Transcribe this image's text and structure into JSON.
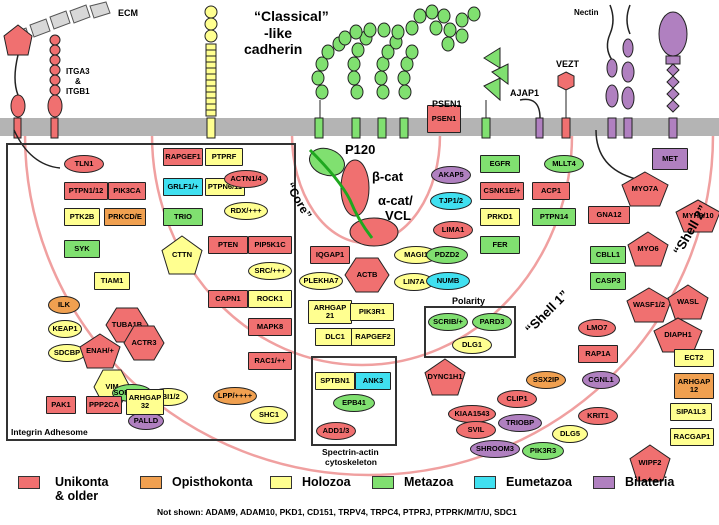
{
  "labels": {
    "ecm": "ECM",
    "itga": "ITGA3",
    "amp": "&",
    "itgb": "ITGB1",
    "classical": "“Classical”",
    "like": "-like",
    "cadherin": "cadherin",
    "nectin": "Nectin",
    "vezt": "VEZT",
    "ajap1": "AJAP1",
    "psen1": "PSEN1",
    "p120": "P120",
    "core": "“Core”",
    "bcat": "β-cat",
    "acat": "α-cat/",
    "vcl": "VCL",
    "shell1": "“Shell 1”",
    "shell2": "“Shell 2”",
    "integrin_adhesome": "Integrin Adhesome",
    "polarity": "Polarity",
    "spectrin1": "Spectrin-actin",
    "spectrin2": "cytoskeleton",
    "not_shown": "Not shown: ADAM9, ADAM10, PKD1, CD151, TRPV4, TRPC4, PTPRJ, PTPRK/M/T/U, SDC1"
  },
  "colors": {
    "unikonta": "#f07070",
    "opisthokonta": "#f0a050",
    "holozoa": "#ffff90",
    "metazoa": "#80e070",
    "eumetazoa": "#40e0f0",
    "bilateria": "#b080c0",
    "shell_line": "#f0a0a0",
    "membrane": "#b4b4b4"
  },
  "legend": [
    {
      "label": "Unikonta",
      "label2": "& older",
      "color": "#f07070"
    },
    {
      "label": "Opisthokonta",
      "color": "#f0a050"
    },
    {
      "label": "Holozoa",
      "color": "#ffff90"
    },
    {
      "label": "Metazoa",
      "color": "#80e070"
    },
    {
      "label": "Eumetazoa",
      "color": "#40e0f0"
    },
    {
      "label": "Bilateria",
      "color": "#b080c0"
    }
  ],
  "proteins": [
    {
      "label": "TLN1",
      "shape": "ellipse",
      "group": "unikonta"
    },
    {
      "label": "PTPN1/12",
      "shape": "rect",
      "group": "unikonta"
    },
    {
      "label": "PIK3CA",
      "shape": "rect",
      "group": "unikonta"
    },
    {
      "label": "PTK2B",
      "shape": "rect",
      "group": "holozoa"
    },
    {
      "label": "PRKCD/E",
      "shape": "rect",
      "group": "opisthokonta"
    },
    {
      "label": "SYK",
      "shape": "rect",
      "group": "metazoa"
    },
    {
      "label": "TIAM1",
      "shape": "rect",
      "group": "holozoa"
    },
    {
      "label": "ILK",
      "shape": "ellipse",
      "group": "opisthokonta"
    },
    {
      "label": "KEAP1",
      "shape": "ellipse",
      "group": "holozoa"
    },
    {
      "label": "SDCBP",
      "shape": "ellipse",
      "group": "holozoa"
    },
    {
      "label": "TUBA1B",
      "shape": "hexagon",
      "group": "unikonta"
    },
    {
      "label": "ENAH/+",
      "shape": "pentagon",
      "group": "unikonta"
    },
    {
      "label": "ACTR3",
      "shape": "hexagon",
      "group": "unikonta"
    },
    {
      "label": "VIM",
      "shape": "hexagon",
      "group": "holozoa"
    },
    {
      "label": "SORBS1/3",
      "shape": "ellipse",
      "group": "metazoa"
    },
    {
      "label": "ABI1/2",
      "shape": "ellipse",
      "group": "holozoa"
    },
    {
      "label": "PALLD",
      "shape": "ellipse",
      "group": "bilateria"
    },
    {
      "label": "PAK1",
      "shape": "rect",
      "group": "unikonta"
    },
    {
      "label": "PPP2CA",
      "shape": "rect",
      "group": "unikonta"
    },
    {
      "label": "ARHGAP 32",
      "shape": "rect",
      "group": "holozoa"
    },
    {
      "label": "RAPGEF1",
      "shape": "rect",
      "group": "unikonta"
    },
    {
      "label": "PTPRF",
      "shape": "rect",
      "group": "holozoa"
    },
    {
      "label": "GRLF1/+",
      "shape": "rect",
      "group": "eumetazoa"
    },
    {
      "label": "PTPN6/11",
      "shape": "rect",
      "group": "holozoa"
    },
    {
      "label": "TRIO",
      "shape": "rect",
      "group": "metazoa"
    },
    {
      "label": "CTTN",
      "shape": "pentagon",
      "group": "holozoa"
    },
    {
      "label": "ACTN1/4",
      "shape": "ellipse",
      "group": "unikonta"
    },
    {
      "label": "RDX/+++",
      "shape": "ellipse",
      "group": "holozoa"
    },
    {
      "label": "PTEN",
      "shape": "rect",
      "group": "unikonta"
    },
    {
      "label": "PIP5K1C",
      "shape": "rect",
      "group": "unikonta"
    },
    {
      "label": "SRC/+++",
      "shape": "ellipse",
      "group": "holozoa"
    },
    {
      "label": "CAPN1",
      "shape": "rect",
      "group": "unikonta"
    },
    {
      "label": "ROCK1",
      "shape": "rect",
      "group": "holozoa"
    },
    {
      "label": "MAPK8",
      "shape": "rect",
      "group": "unikonta"
    },
    {
      "label": "RAC1/++",
      "shape": "rect",
      "group": "unikonta"
    },
    {
      "label": "LPP/++++",
      "shape": "ellipse",
      "group": "opisthokonta"
    },
    {
      "label": "SHC1",
      "shape": "ellipse",
      "group": "holozoa"
    },
    {
      "label": "IQGAP1",
      "shape": "rect",
      "group": "unikonta"
    },
    {
      "label": "PLEKHA7",
      "shape": "ellipse",
      "group": "holozoa"
    },
    {
      "label": "ACTB",
      "shape": "hexagon",
      "group": "unikonta"
    },
    {
      "label": "ARHGAP 21",
      "shape": "rect",
      "group": "holozoa"
    },
    {
      "label": "PIK3R1",
      "shape": "rect",
      "group": "holozoa"
    },
    {
      "label": "DLC1",
      "shape": "rect",
      "group": "holozoa"
    },
    {
      "label": "RAPGEF2",
      "shape": "rect",
      "group": "holozoa"
    },
    {
      "label": "MAGI1",
      "shape": "ellipse",
      "group": "holozoa"
    },
    {
      "label": "LIN7A",
      "shape": "ellipse",
      "group": "holozoa"
    },
    {
      "label": "AKAP5",
      "shape": "ellipse",
      "group": "bilateria"
    },
    {
      "label": "TJP1/2",
      "shape": "ellipse",
      "group": "eumetazoa"
    },
    {
      "label": "LIMA1",
      "shape": "ellipse",
      "group": "unikonta"
    },
    {
      "label": "PDZD2",
      "shape": "ellipse",
      "group": "metazoa"
    },
    {
      "label": "NUMB",
      "shape": "ellipse",
      "group": "eumetazoa"
    },
    {
      "label": "SCRIB/+",
      "shape": "ellipse",
      "group": "metazoa"
    },
    {
      "label": "PARD3",
      "shape": "ellipse",
      "group": "metazoa"
    },
    {
      "label": "DLG1",
      "shape": "ellipse",
      "group": "holozoa"
    },
    {
      "label": "SPTBN1",
      "shape": "rect",
      "group": "holozoa"
    },
    {
      "label": "ANK3",
      "shape": "rect",
      "group": "eumetazoa"
    },
    {
      "label": "EPB41",
      "shape": "ellipse",
      "group": "metazoa"
    },
    {
      "label": "ADD1/3",
      "shape": "ellipse",
      "group": "unikonta"
    },
    {
      "label": "EGFR",
      "shape": "rect",
      "group": "metazoa"
    },
    {
      "label": "CSNK1E/+",
      "shape": "rect",
      "group": "unikonta"
    },
    {
      "label": "PRKD1",
      "shape": "rect",
      "group": "holozoa"
    },
    {
      "label": "FER",
      "shape": "rect",
      "group": "metazoa"
    },
    {
      "label": "ACP1",
      "shape": "rect",
      "group": "unikonta"
    },
    {
      "label": "PTPN14",
      "shape": "rect",
      "group": "metazoa"
    },
    {
      "label": "MLLT4",
      "shape": "ellipse",
      "group": "metazoa"
    },
    {
      "label": "GNA12",
      "shape": "rect",
      "group": "unikonta"
    },
    {
      "label": "CBLL1",
      "shape": "rect",
      "group": "metazoa"
    },
    {
      "label": "CASP3",
      "shape": "rect",
      "group": "metazoa"
    },
    {
      "label": "MET",
      "shape": "rect",
      "group": "bilateria"
    },
    {
      "label": "MYO7A",
      "shape": "pentagon",
      "group": "unikonta"
    },
    {
      "label": "MYH9/10",
      "shape": "pentagon",
      "group": "unikonta"
    },
    {
      "label": "MYO6",
      "shape": "pentagon",
      "group": "unikonta"
    },
    {
      "label": "WASF1/2",
      "shape": "pentagon",
      "group": "unikonta"
    },
    {
      "label": "WASL",
      "shape": "pentagon",
      "group": "unikonta"
    },
    {
      "label": "DIAPH1",
      "shape": "pentagon",
      "group": "unikonta"
    },
    {
      "label": "LMO7",
      "shape": "ellipse",
      "group": "unikonta"
    },
    {
      "label": "SSX2IP",
      "shape": "ellipse",
      "group": "opisthokonta"
    },
    {
      "label": "RAP1A",
      "shape": "rect",
      "group": "unikonta"
    },
    {
      "label": "CGNL1",
      "shape": "ellipse",
      "group": "bilateria"
    },
    {
      "label": "DYNC1H1",
      "shape": "pentagon",
      "group": "unikonta"
    },
    {
      "label": "CLIP1",
      "shape": "ellipse",
      "group": "unikonta"
    },
    {
      "label": "KIAA1543",
      "shape": "ellipse",
      "group": "unikonta"
    },
    {
      "label": "TRIOBP",
      "shape": "ellipse",
      "group": "bilateria"
    },
    {
      "label": "SVIL",
      "shape": "ellipse",
      "group": "unikonta"
    },
    {
      "label": "SHROOM3",
      "shape": "ellipse",
      "group": "bilateria"
    },
    {
      "label": "KRIT1",
      "shape": "ellipse",
      "group": "unikonta"
    },
    {
      "label": "DLG5",
      "shape": "ellipse",
      "group": "holozoa"
    },
    {
      "label": "PIK3R3",
      "shape": "ellipse",
      "group": "metazoa"
    },
    {
      "label": "WIPF2",
      "shape": "pentagon",
      "group": "unikonta"
    },
    {
      "label": "ECT2",
      "shape": "rect",
      "group": "holozoa"
    },
    {
      "label": "ARHGAP 12",
      "shape": "rect",
      "group": "opisthokonta"
    },
    {
      "label": "SIPA1L3",
      "shape": "rect",
      "group": "holozoa"
    },
    {
      "label": "RACGAP1",
      "shape": "rect",
      "group": "holozoa"
    },
    {
      "label": "PSEN1",
      "shape": "rect",
      "group": "unikonta"
    }
  ]
}
